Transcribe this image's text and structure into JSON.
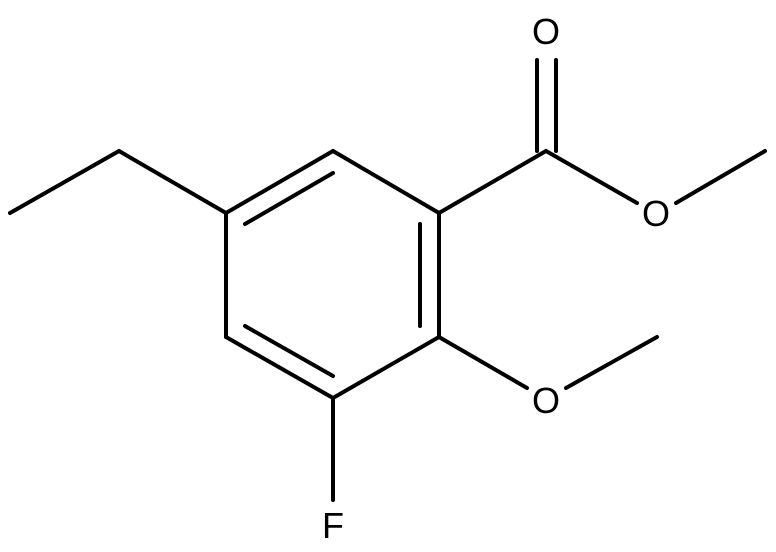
{
  "molecule": {
    "atom_labels": {
      "carbonyl_oxygen": "O",
      "ester_oxygen": "O",
      "ether_oxygen": "O",
      "fluorine": "F"
    },
    "colors": {
      "bond": "#000000",
      "label": "#000000",
      "background": "#ffffff"
    }
  }
}
